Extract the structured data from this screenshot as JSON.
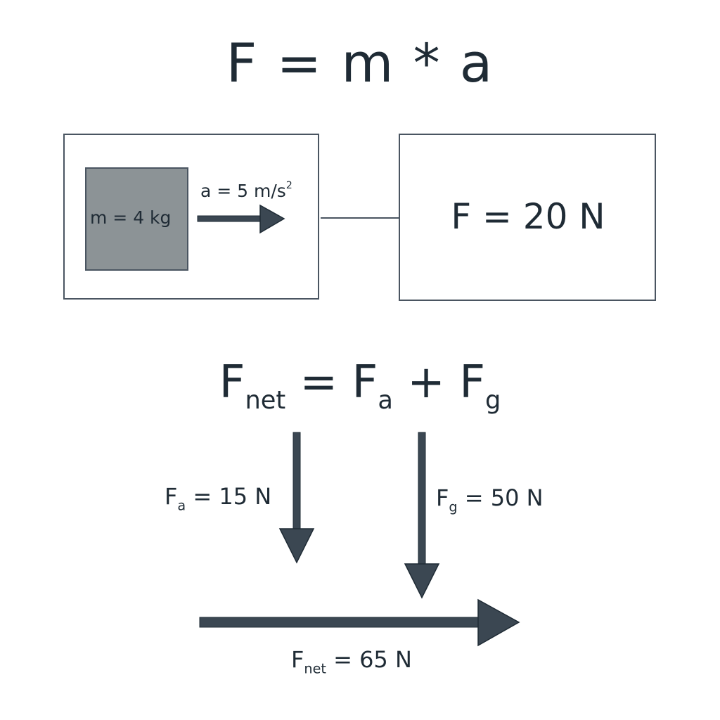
{
  "main_equation": "F = m * a",
  "mass": "m = 4 kg",
  "acceleration": {
    "base": "a = 5 m/s",
    "exponent": "2"
  },
  "force": "F = 20 N",
  "net_equation": {
    "f1": "F",
    "f1_sub": "net",
    "eq": " = ",
    "f2": "F",
    "f2_sub": "a",
    "plus": " + ",
    "f3": "F",
    "f3_sub": "g"
  },
  "force_a": {
    "symbol": "F",
    "sub": "a",
    "rest": " = 15 N"
  },
  "force_g": {
    "symbol": "F",
    "sub": "g",
    "rest": " = 50 N"
  },
  "force_net": {
    "symbol": "F",
    "sub": "net",
    "rest": " = 65 N"
  },
  "colors": {
    "text": "#1f2b35",
    "arrow": "#3b4752",
    "box_border": "#4a5561",
    "block_fill": "#8c9396"
  }
}
